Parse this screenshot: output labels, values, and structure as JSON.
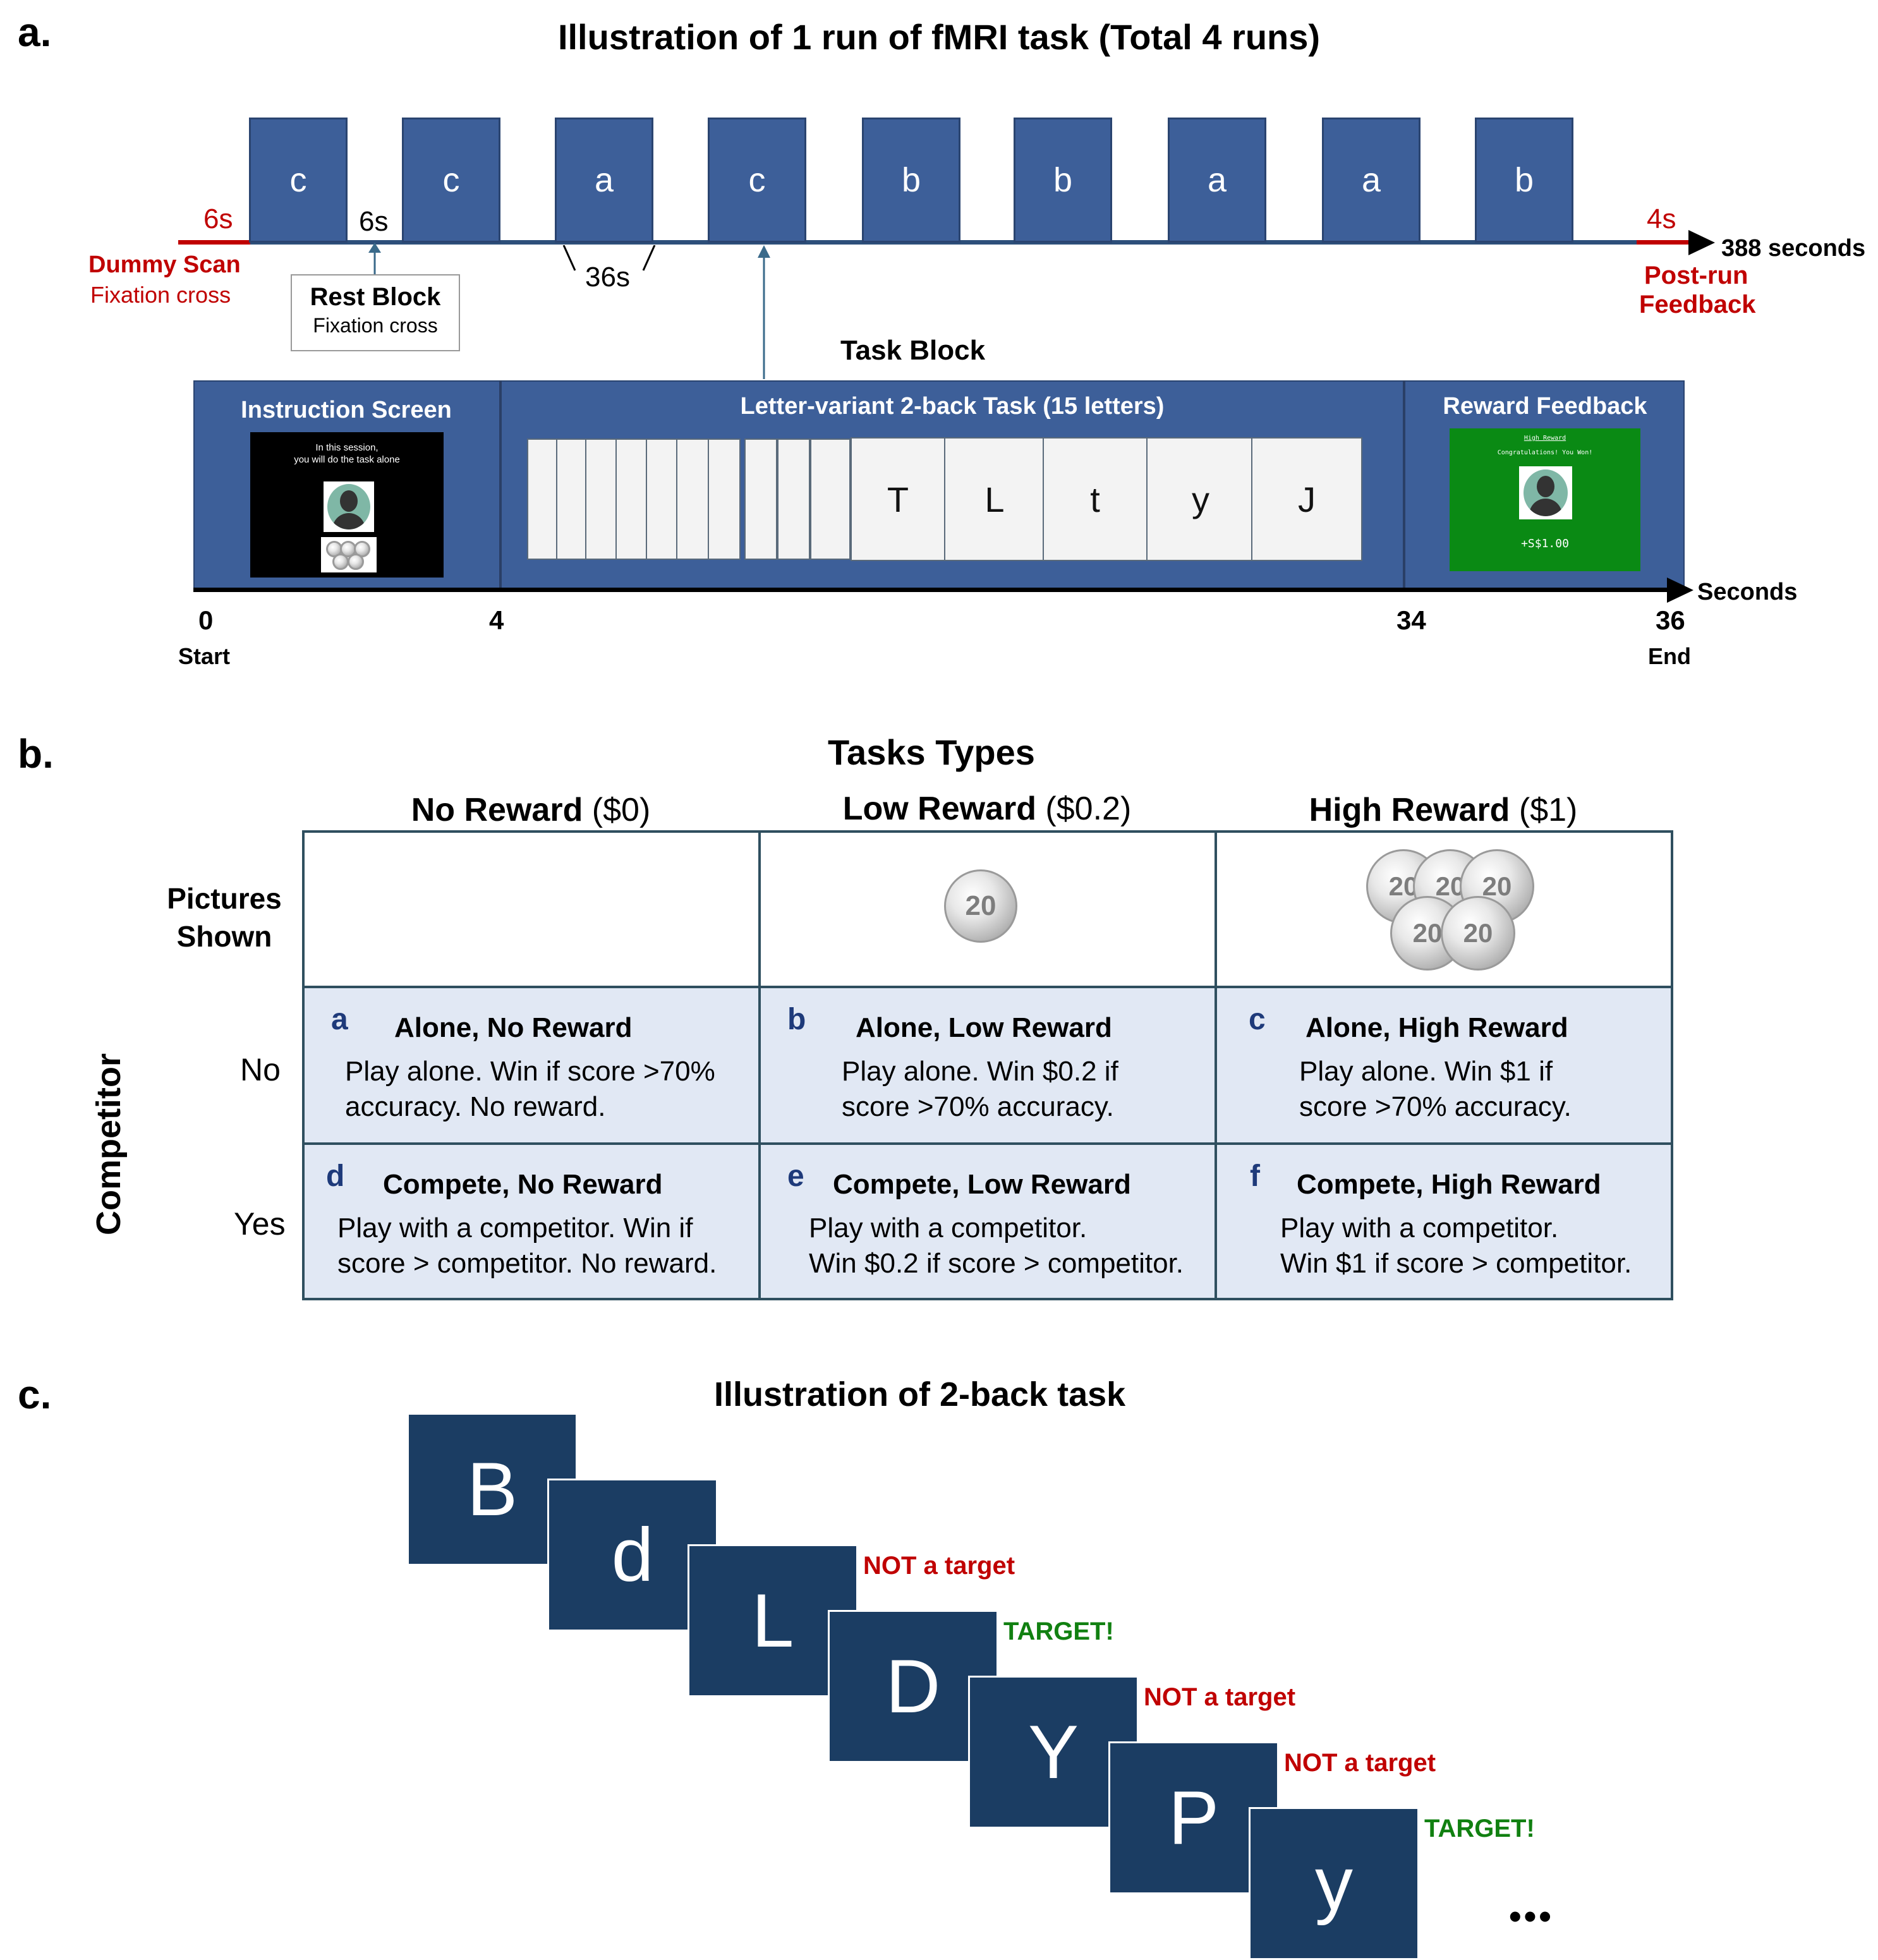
{
  "panel_a": {
    "label": "a.",
    "title": "Illustration of 1 run of fMRI task (Total 4 runs)",
    "blocks": [
      "c",
      "c",
      "a",
      "c",
      "b",
      "b",
      "a",
      "a",
      "b"
    ],
    "dummy_duration": "6s",
    "dummy_label_1": "Dummy Scan",
    "dummy_label_2": "Fixation cross",
    "rest_duration": "6s",
    "rest_title": "Rest Block",
    "rest_sub": "Fixation cross",
    "block_duration": "36s",
    "post_duration": "4s",
    "total": "388 seconds",
    "post_label_1": "Post-run",
    "post_label_2": "Feedback",
    "task_block_title": "Task Block",
    "instruction_title": "Instruction Screen",
    "instruction_text_1": "In this session,",
    "instruction_text_2": "you will do the task alone",
    "nback_title": "Letter-variant 2-back Task (15 letters)",
    "letters": [
      "T",
      "L",
      "t",
      "y",
      "J"
    ],
    "reward_title": "Reward Feedback",
    "reward_screen_title": "High Reward",
    "reward_screen_msg": "Congratulations! You Won!",
    "reward_screen_amount": "+S$1.00",
    "axis_label": "Seconds",
    "ticks": [
      {
        "value": "0",
        "sub": "Start"
      },
      {
        "value": "4",
        "sub": ""
      },
      {
        "value": "34",
        "sub": ""
      },
      {
        "value": "36",
        "sub": "End"
      }
    ]
  },
  "panel_b": {
    "label": "b.",
    "title": "Tasks Types",
    "columns": [
      {
        "bold": "No Reward",
        "amount": " ($0)"
      },
      {
        "bold": "Low Reward",
        "amount": " ($0.2)"
      },
      {
        "bold": "High Reward",
        "amount": " ($1)"
      }
    ],
    "pictures_label_1": "Pictures",
    "pictures_label_2": "Shown",
    "coin_text": "20",
    "competitor_label": "Competitor",
    "row_no": "No",
    "row_yes": "Yes",
    "cells": [
      {
        "letter": "a",
        "title": "Alone, No Reward",
        "line1": "Play alone. Win if score >70%",
        "line2": "accuracy. No reward."
      },
      {
        "letter": "b",
        "title": "Alone, Low Reward",
        "line1": "Play alone. Win $0.2 if",
        "line2": "score >70% accuracy."
      },
      {
        "letter": "c",
        "title": "Alone, High Reward",
        "line1": "Play alone. Win $1 if",
        "line2": "score >70% accuracy."
      },
      {
        "letter": "d",
        "title": "Compete, No Reward",
        "line1": "Play with a competitor. Win if",
        "line2": "score > competitor. No reward."
      },
      {
        "letter": "e",
        "title": "Compete, Low Reward",
        "line1": "Play with a competitor.",
        "line2": "Win $0.2 if score > competitor."
      },
      {
        "letter": "f",
        "title": "Compete, High Reward",
        "line1": "Play with a competitor.",
        "line2": "Win $1 if score > competitor."
      }
    ]
  },
  "panel_c": {
    "label": "c.",
    "title": "Illustration of 2-back task",
    "letters": [
      "B",
      "d",
      "L",
      "D",
      "Y",
      "P",
      "y"
    ],
    "labels": [
      {
        "text": "NOT a target",
        "color": "#c00000"
      },
      {
        "text": "TARGET!",
        "color": "#118011"
      },
      {
        "text": "NOT a target",
        "color": "#c00000"
      },
      {
        "text": "NOT a target",
        "color": "#c00000"
      },
      {
        "text": "TARGET!",
        "color": "#118011"
      }
    ],
    "ellipsis": "•••"
  }
}
